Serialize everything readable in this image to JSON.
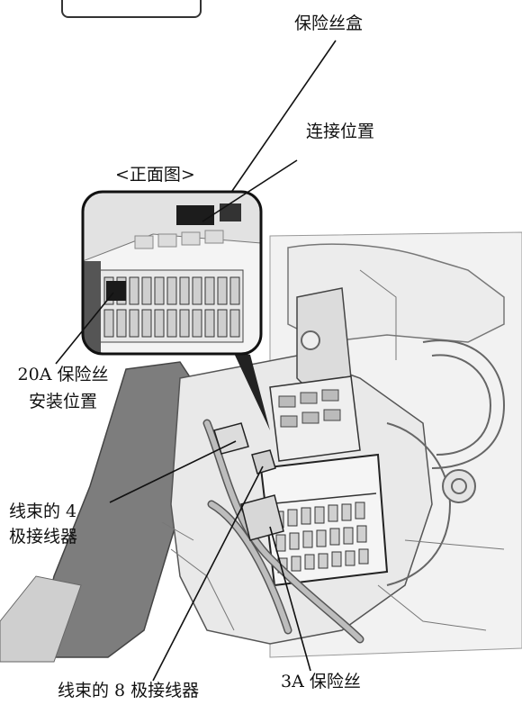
{
  "labels": {
    "fuse_box": "保险丝盒",
    "connection_position": "连接位置",
    "front_view": "<正面图>",
    "fuse_20a_line1": "20A 保险丝",
    "fuse_20a_line2": "安装位置",
    "harness_4pin_line1": "线束的 4",
    "harness_4pin_line2": "极接线器",
    "harness_8pin": "线束的 8 极接线器",
    "fuse_3a": "3A 保险丝"
  },
  "colors": {
    "line": "#111111",
    "drawing_dark": "#2a2a2a",
    "drawing_mid": "#9a9a9a",
    "drawing_light": "#e6e6e6"
  }
}
